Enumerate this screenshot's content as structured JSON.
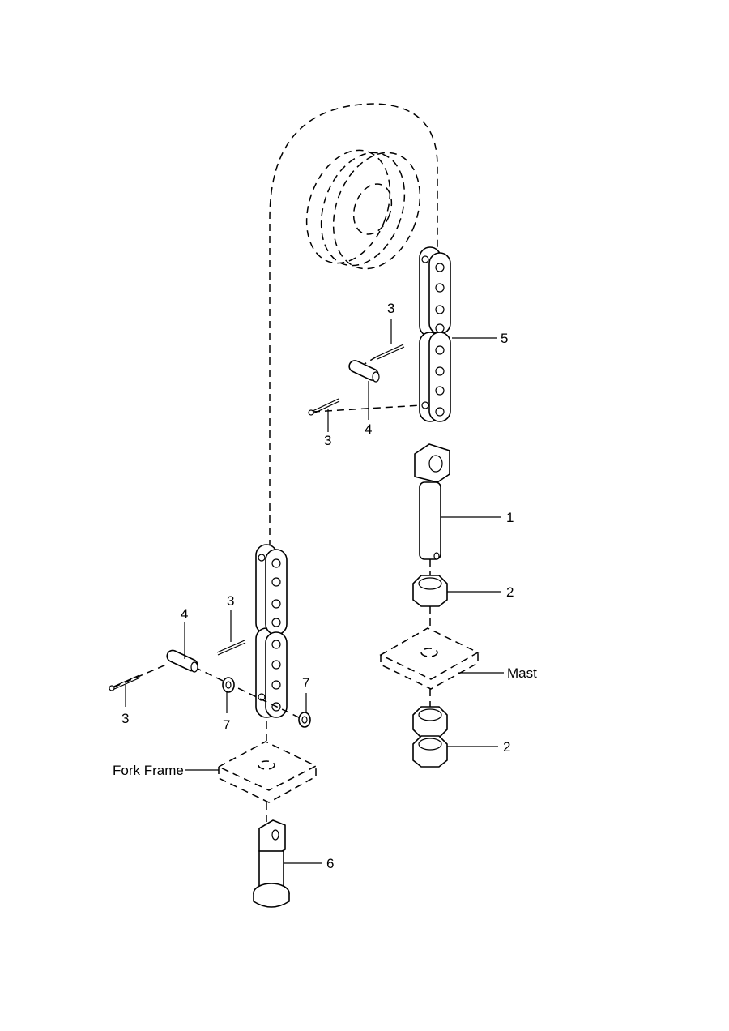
{
  "callouts": {
    "part_1": "1",
    "part_2_upper": "2",
    "part_2_lower": "2",
    "part_3_upper_top": "3",
    "part_3_upper_bottom": "3",
    "part_3_lower_top": "3",
    "part_3_lower_bottom": "3",
    "part_4_upper": "4",
    "part_4_lower": "4",
    "part_5": "5",
    "part_6": "6",
    "part_7_left": "7",
    "part_7_right": "7"
  },
  "labels": {
    "mast": "Mast",
    "fork_frame": "Fork Frame"
  }
}
